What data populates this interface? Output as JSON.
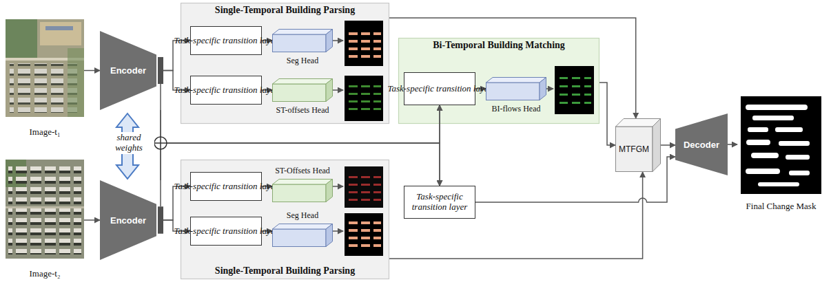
{
  "diagram": {
    "nodes": [
      {
        "text": [
          "Image-t₁"
        ]
      },
      {
        "text": [
          "Encoder"
        ]
      },
      {
        "text": [
          "Image-t₂"
        ]
      },
      {
        "text": [
          "Encoder"
        ]
      },
      {
        "text": [
          "Single-Temporal Building Parsing"
        ]
      },
      {
        "text": [
          "Task-specific transition layer"
        ],
        "in": 4
      },
      {
        "text": [
          "Seg Head"
        ],
        "in": 4
      },
      {
        "text": [
          "Task-specific transition layer"
        ],
        "in": 4
      },
      {
        "text": [
          "ST-offsets Head"
        ],
        "in": 4
      },
      {
        "text": [
          "Bi-Temporal Building Matching"
        ]
      },
      {
        "text": [
          "Task-specific transition layer"
        ],
        "in": 9
      },
      {
        "text": [
          "BI-flows Head"
        ],
        "in": 9
      },
      {
        "text": [
          "Single-Temporal Building Parsing"
        ]
      },
      {
        "text": [
          "Task-specific transition layer"
        ],
        "in": 12
      },
      {
        "text": [
          "ST-Offsets Head"
        ],
        "in": 12
      },
      {
        "text": [
          "Task-specific transition layer"
        ],
        "in": 12
      },
      {
        "text": [
          "Seg Head"
        ],
        "in": 12
      },
      {
        "text": [
          "Task-specific transition layer"
        ]
      },
      {
        "text": [
          "MTFGM"
        ]
      },
      {
        "text": [
          "Decoder"
        ]
      },
      {
        "text": [
          "Final Change Mask"
        ]
      }
    ],
    "edges": [
      {
        "from": 0,
        "to": 1,
        "arrow": "to"
      },
      {
        "from": 2,
        "to": 3,
        "arrow": "to"
      },
      {
        "from": 1,
        "to": 5,
        "arrow": "to"
      },
      {
        "from": 1,
        "to": 7,
        "arrow": "to"
      },
      {
        "from": 3,
        "to": 13,
        "arrow": "to"
      },
      {
        "from": 3,
        "to": 15,
        "arrow": "to"
      },
      {
        "from": 1,
        "to": 10,
        "arrow": "to"
      },
      {
        "from": 3,
        "to": 10,
        "arrow": "to"
      },
      {
        "from": 1,
        "to": 17,
        "arrow": "to"
      },
      {
        "from": 3,
        "to": 17,
        "arrow": "to"
      },
      {
        "from": 5,
        "to": 6,
        "arrow": "to"
      },
      {
        "from": 7,
        "to": 8,
        "arrow": "to"
      },
      {
        "from": 13,
        "to": 14,
        "arrow": "to"
      },
      {
        "from": 15,
        "to": 16,
        "arrow": "to"
      },
      {
        "from": 10,
        "to": 11,
        "arrow": "to"
      },
      {
        "from": 4,
        "to": 18,
        "arrow": "to"
      },
      {
        "from": 9,
        "to": 18,
        "arrow": "to"
      },
      {
        "from": 12,
        "to": 18,
        "arrow": "to"
      },
      {
        "from": 17,
        "to": 19,
        "arrow": "to"
      },
      {
        "from": 18,
        "to": 19,
        "arrow": "to"
      },
      {
        "from": 19,
        "to": 20,
        "arrow": "to"
      }
    ],
    "labels": [
      "shared weights"
    ]
  }
}
